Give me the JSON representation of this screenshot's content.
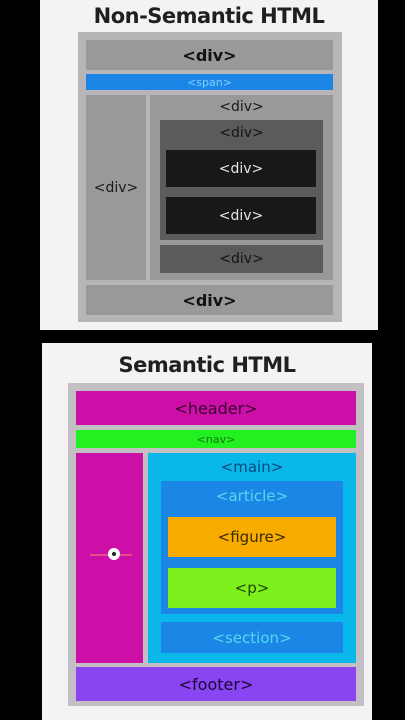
{
  "non_semantic": {
    "title": "Non-Semantic HTML",
    "top_div": "<div>",
    "span": "<span>",
    "sidebar_div": "<div>",
    "content_div": "<div>",
    "inner_div": "<div>",
    "dark_div_1": "<div>",
    "dark_div_2": "<div>",
    "lower_div": "<div>",
    "bottom_div": "<div>"
  },
  "semantic": {
    "title": "Semantic HTML",
    "header": "<header>",
    "nav": "<nav>",
    "main": "<main>",
    "article": "<article>",
    "figure": "<figure>",
    "p": "<p>",
    "section": "<section>",
    "footer": "<footer>"
  },
  "colors": {
    "header": "#cc0fa6",
    "nav": "#22f021",
    "aside": "#cc0fa6",
    "main": "#0ab7ea",
    "article": "#1b86e6",
    "figure": "#f9ac00",
    "p": "#7ef01d",
    "section": "#1b86e6",
    "footer": "#8a45f2"
  }
}
